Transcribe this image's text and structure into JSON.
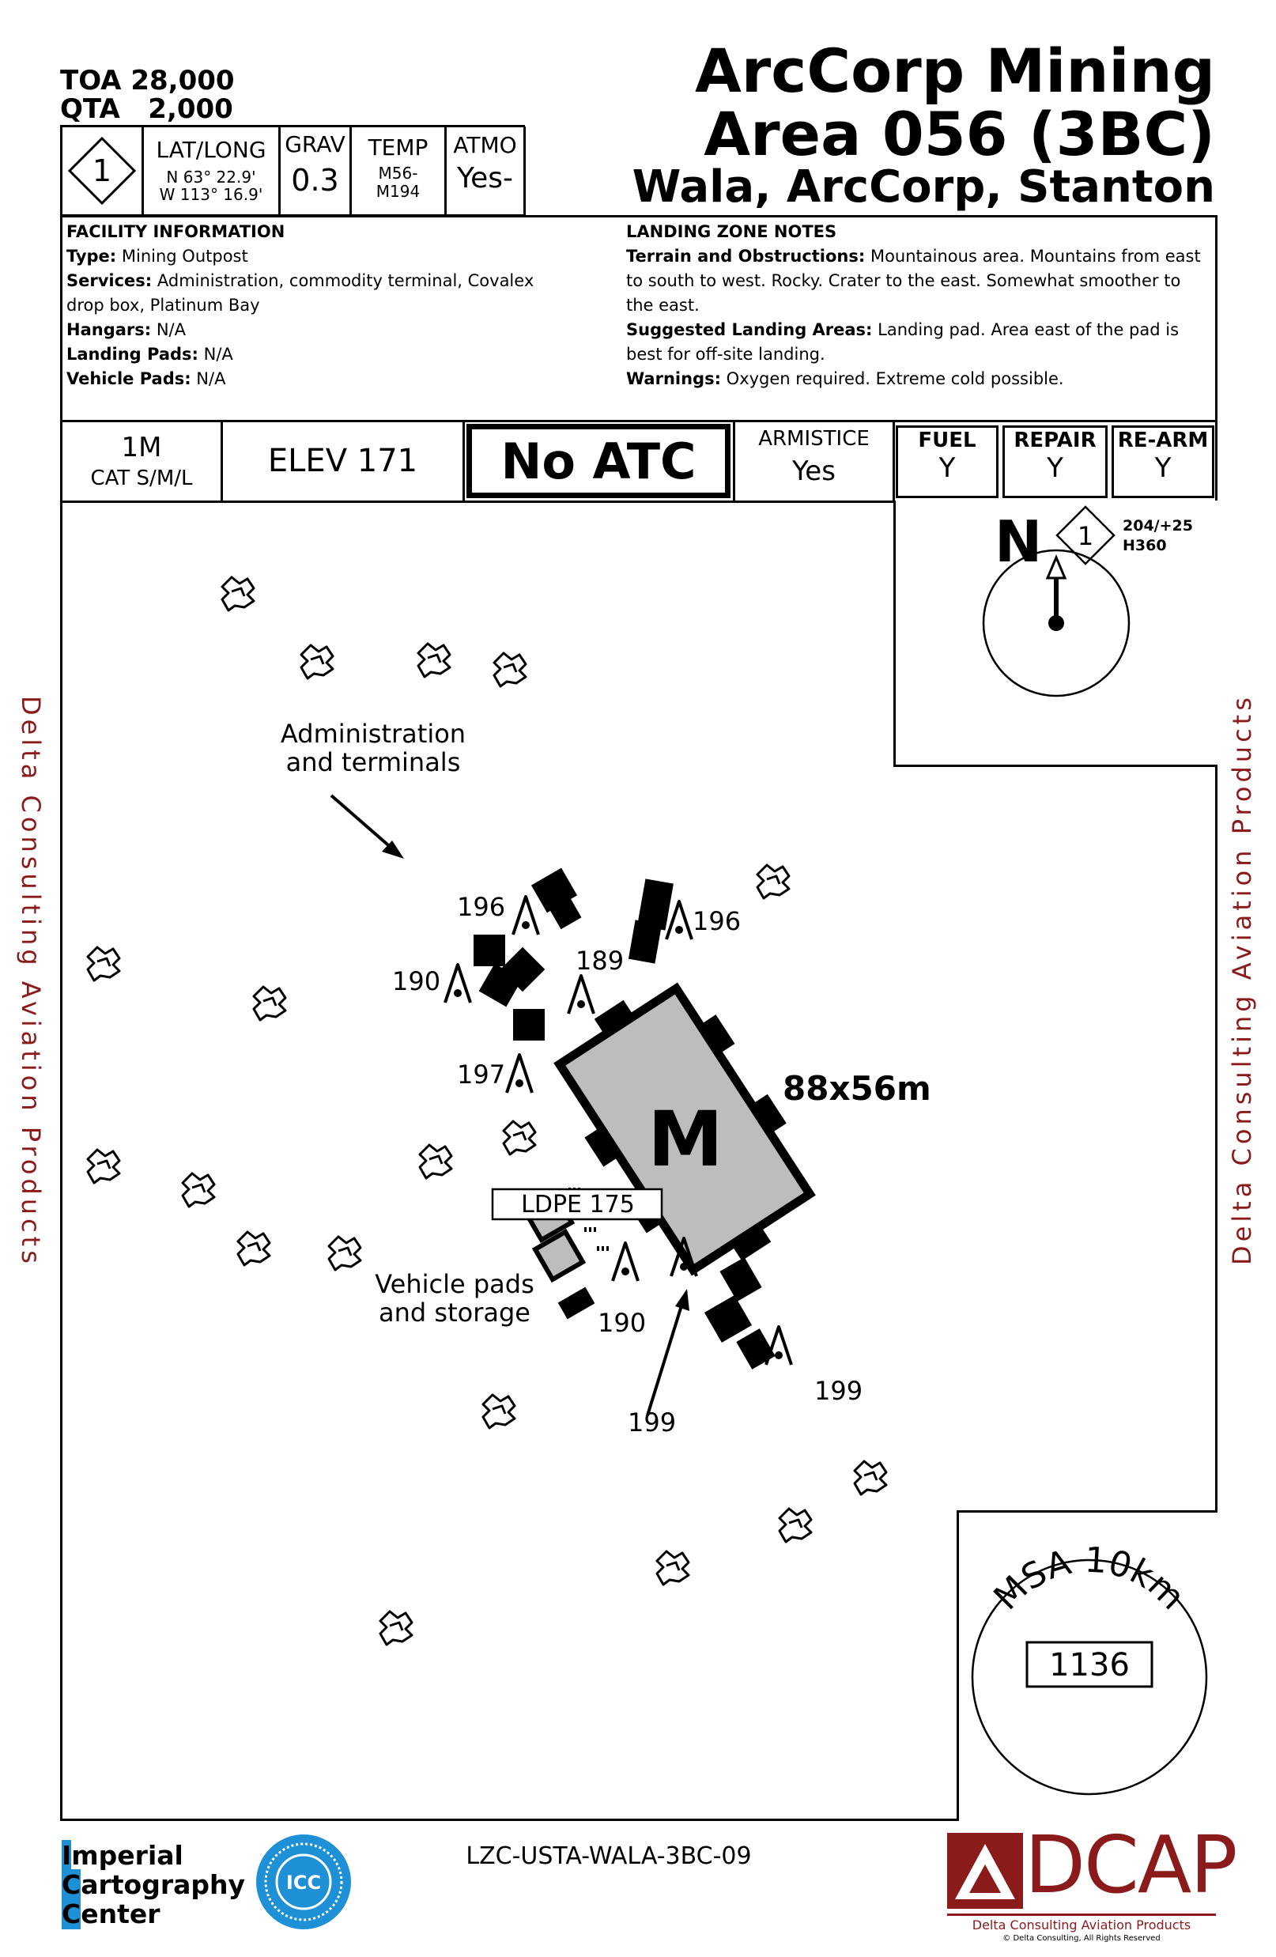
{
  "header": {
    "toa": "TOA 28,000",
    "qta": "QTA   2,000",
    "title_line1": "ArcCorp Mining",
    "title_line2": "Area 056 (3BC)",
    "title_line3": "Wala, ArcCorp, Stanton"
  },
  "data_row": {
    "zone_number": "1",
    "latlong_label": "LAT/LONG",
    "lat": "N 63° 22.9'",
    "long": "W 113° 16.9'",
    "grav_label": "GRAV",
    "grav_value": "0.3",
    "temp_label": "TEMP",
    "temp_value_1": "M56-",
    "temp_value_2": "M194",
    "atmo_label": "ATMO",
    "atmo_value": "Yes-"
  },
  "facility": {
    "heading": "FACILITY INFORMATION",
    "type_label": "Type:",
    "type_value": " Mining Outpost",
    "services_label": "Services:",
    "services_value": " Administration, commodity terminal, Covalex drop box, Platinum Bay",
    "hangars_label": "Hangars:",
    "hangars_value": " N/A",
    "landing_pads_label": "Landing Pads:",
    "landing_pads_value": " N/A",
    "vehicle_pads_label": "Vehicle Pads:",
    "vehicle_pads_value": " N/A"
  },
  "landing_notes": {
    "heading": "LANDING ZONE NOTES",
    "terrain_label": "Terrain and Obstructions:",
    "terrain_value": " Mountainous area.  Mountains from east to south to west.  Rocky.  Crater to the east.  Somewhat smoother to the east.",
    "suggested_label": "Suggested Landing Areas:",
    "suggested_value": " Landing pad.  Area east of the pad is best for off-site landing.",
    "warnings_label": "Warnings:",
    "warnings_value": " Oxygen required.  Extreme cold possible."
  },
  "strip": {
    "size": "1M",
    "cat": "CAT S/M/L",
    "elev": "ELEV 171",
    "atc": "No ATC",
    "armistice_label": "ARMISTICE",
    "armistice_value": "Yes",
    "fuel_label": "FUEL",
    "fuel_value": "Y",
    "repair_label": "REPAIR",
    "repair_value": "Y",
    "rearm_label": "RE-ARM",
    "rearm_value": "Y"
  },
  "compass": {
    "north": "N",
    "zone": "1",
    "bearing": "204/+25",
    "heading": "H360"
  },
  "map": {
    "admin_label_1": "Administration",
    "admin_label_2": "and terminals",
    "vehicle_label_1": "Vehicle pads",
    "vehicle_label_2": "and storage",
    "pad_letter": "M",
    "pad_size": "88x56m",
    "ldpe": "LDPE 175",
    "elevations": [
      "196",
      "196",
      "189",
      "190",
      "197",
      "190",
      "199",
      "199"
    ]
  },
  "msa": {
    "label": "MSA 10km",
    "value": "1136"
  },
  "footer": {
    "chart_id": "LZC-USTA-WALA-3BC-09",
    "icc_line1_rest": "mperial",
    "icc_line2_rest": "artography",
    "icc_line3_rest": "enter",
    "icc_i": "I",
    "icc_c1": "C",
    "icc_c2": "C",
    "icc_seal": "ICC",
    "dcap_letters": "DCAP",
    "dcap_name": "Delta Consulting Aviation Products",
    "dcap_copyright": "© Delta Consulting, All Rights Reserved"
  },
  "side_text": "Delta Consulting Aviation Products",
  "colors": {
    "brand_red": "#8b1a1a",
    "pad_grey": "#bdbdbd",
    "icc_blue": "#1e90d6"
  }
}
